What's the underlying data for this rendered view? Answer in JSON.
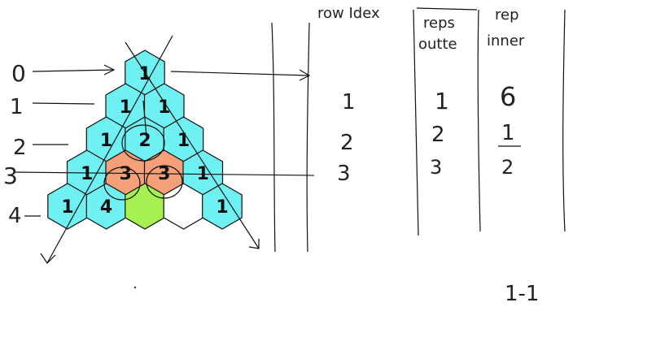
{
  "colors": {
    "cyan": "#6ff0f2",
    "orange": "#f5a078",
    "green": "#a6f04f",
    "white": "#ffffff",
    "ink": "#111111"
  },
  "row_labels": [
    "0",
    "1",
    "2",
    "3",
    "4"
  ],
  "hex_rows": [
    [
      {
        "text": "1",
        "color": "cyan"
      }
    ],
    [
      {
        "text": "1",
        "color": "cyan"
      },
      {
        "text": "1",
        "color": "cyan"
      }
    ],
    [
      {
        "text": "1",
        "color": "cyan"
      },
      {
        "text": "2",
        "color": "cyan"
      },
      {
        "text": "1",
        "color": "cyan"
      }
    ],
    [
      {
        "text": "1",
        "color": "cyan"
      },
      {
        "text": "3",
        "color": "orange"
      },
      {
        "text": "3",
        "color": "orange"
      },
      {
        "text": "1",
        "color": "cyan"
      }
    ],
    [
      {
        "text": "1",
        "color": "cyan"
      },
      {
        "text": "4",
        "color": "cyan"
      },
      {
        "text": "",
        "color": "green"
      },
      {
        "text": "",
        "color": "white"
      },
      {
        "text": "1",
        "color": "cyan"
      }
    ]
  ],
  "table": {
    "headers": {
      "row_index": "row Idex",
      "reps_outer_1": "reps",
      "reps_outer_2": "outte",
      "rep_inner_1": "rep",
      "rep_inner_2": "inner"
    },
    "rows": [
      {
        "row_index": "1",
        "reps_outer": "1",
        "rep_inner": "6"
      },
      {
        "row_index": "2",
        "reps_outer": "2",
        "rep_inner": "1"
      },
      {
        "row_index": "3",
        "reps_outer": "3",
        "rep_inner": "2"
      }
    ]
  },
  "footnote": "1-1"
}
